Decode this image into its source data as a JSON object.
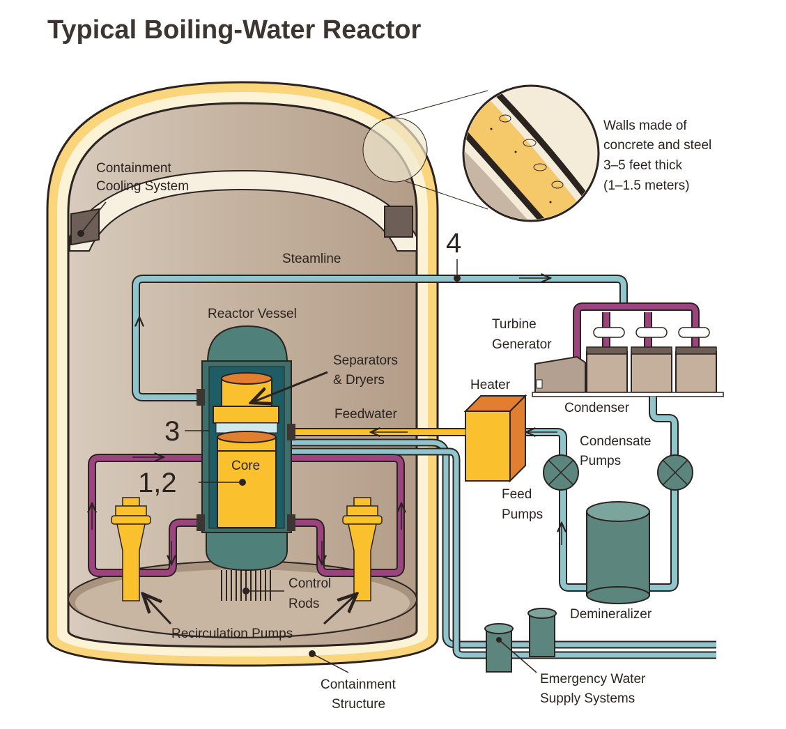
{
  "title": "Typical Boiling-Water Reactor",
  "labels": {
    "containment_cooling_1": "Containment",
    "containment_cooling_2": "Cooling System",
    "walls_1": "Walls made of",
    "walls_2": "concrete and steel",
    "walls_3": "3–5 feet thick",
    "walls_4": "(1–1.5 meters)",
    "steamline": "Steamline",
    "reactor_vessel": "Reactor Vessel",
    "separators_1": "Separators",
    "separators_2": "& Dryers",
    "turbine_1": "Turbine",
    "turbine_2": "Generator",
    "heater": "Heater",
    "feedwater": "Feedwater",
    "condenser": "Condenser",
    "condensate_1": "Condensate",
    "condensate_2": "Pumps",
    "core": "Core",
    "feed_1": "Feed",
    "feed_2": "Pumps",
    "control_1": "Control",
    "control_2": "Rods",
    "demineralizer": "Demineralizer",
    "recirculation": "Recirculation Pumps",
    "emergency_1": "Emergency Water",
    "emergency_2": "Supply Systems",
    "containment_structure_1": "Containment",
    "containment_structure_2": "Structure"
  },
  "numbers": {
    "n4": "4",
    "n3": "3",
    "n12": "1,2"
  },
  "colors": {
    "containment_fill": "#c9b9a8",
    "containment_ring": "#fad57c",
    "outline": "#2b2320",
    "steam_pipe": "#8fc5cc",
    "feedwater_pipe": "#fbc02d",
    "recirc_pipe": "#9c4480",
    "vessel": "#4f807a",
    "core": "#fbc02d",
    "heater": "#fbc02d",
    "demineralizer": "#5c857d"
  }
}
